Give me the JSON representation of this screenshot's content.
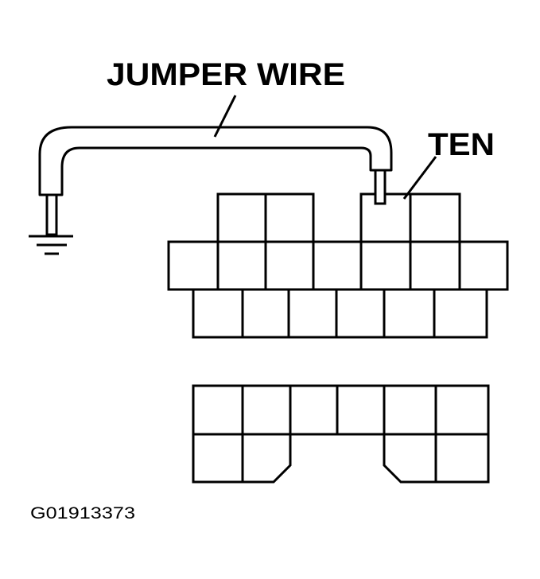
{
  "labels": {
    "jumper_wire": "JUMPER WIRE",
    "terminal": "TEN",
    "figure_id": "G01913373"
  },
  "colors": {
    "ink": "#000000",
    "paper": "#ffffff"
  }
}
